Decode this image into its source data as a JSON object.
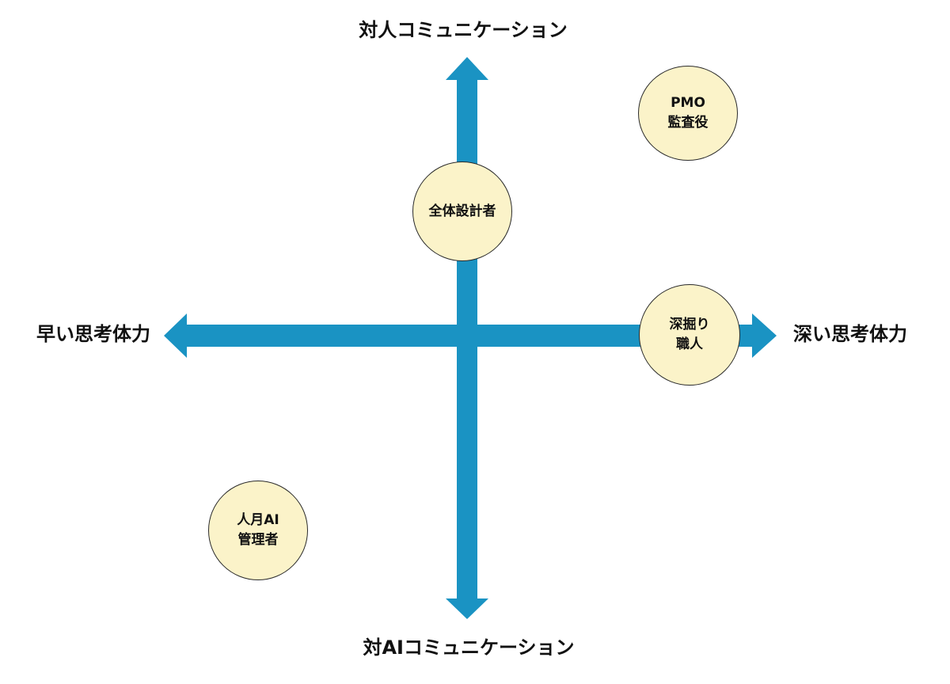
{
  "axes": {
    "top": "対人コミュニケーション",
    "bottom": "対AIコミュニケーション",
    "left": "早い思考体力",
    "right": "深い思考体力"
  },
  "colors": {
    "arrow": "#1a93c3",
    "node_fill": "#fbf3c9",
    "node_border": "#2a2a2a",
    "text": "#111111"
  },
  "nodes": {
    "pmo": {
      "line1": "PMO",
      "line2": "監査役"
    },
    "architect": {
      "line1": "全体設計者"
    },
    "craftsman": {
      "line1": "深掘り",
      "line2": "職人"
    },
    "ai_manager": {
      "line1": "人月AI",
      "line2": "管理者"
    }
  }
}
